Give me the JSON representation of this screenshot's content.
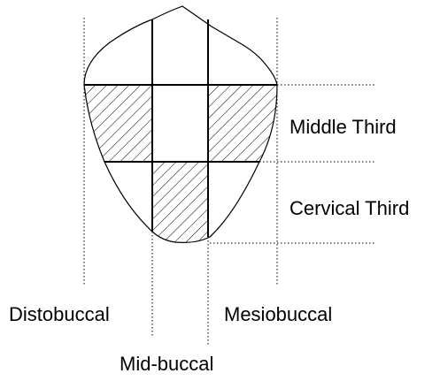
{
  "labels": {
    "middle_third": "Middle Third",
    "cervical_third": "Cervical Third",
    "distobuccal": "Distobuccal",
    "mesiobuccal": "Mesiobuccal",
    "mid_buccal": "Mid-buccal"
  },
  "hatched_regions": [
    "middle-third-distobuccal",
    "middle-third-mesiobuccal",
    "cervical-third-mid-buccal"
  ],
  "colors": {
    "line": "#000000",
    "background": "#ffffff"
  }
}
